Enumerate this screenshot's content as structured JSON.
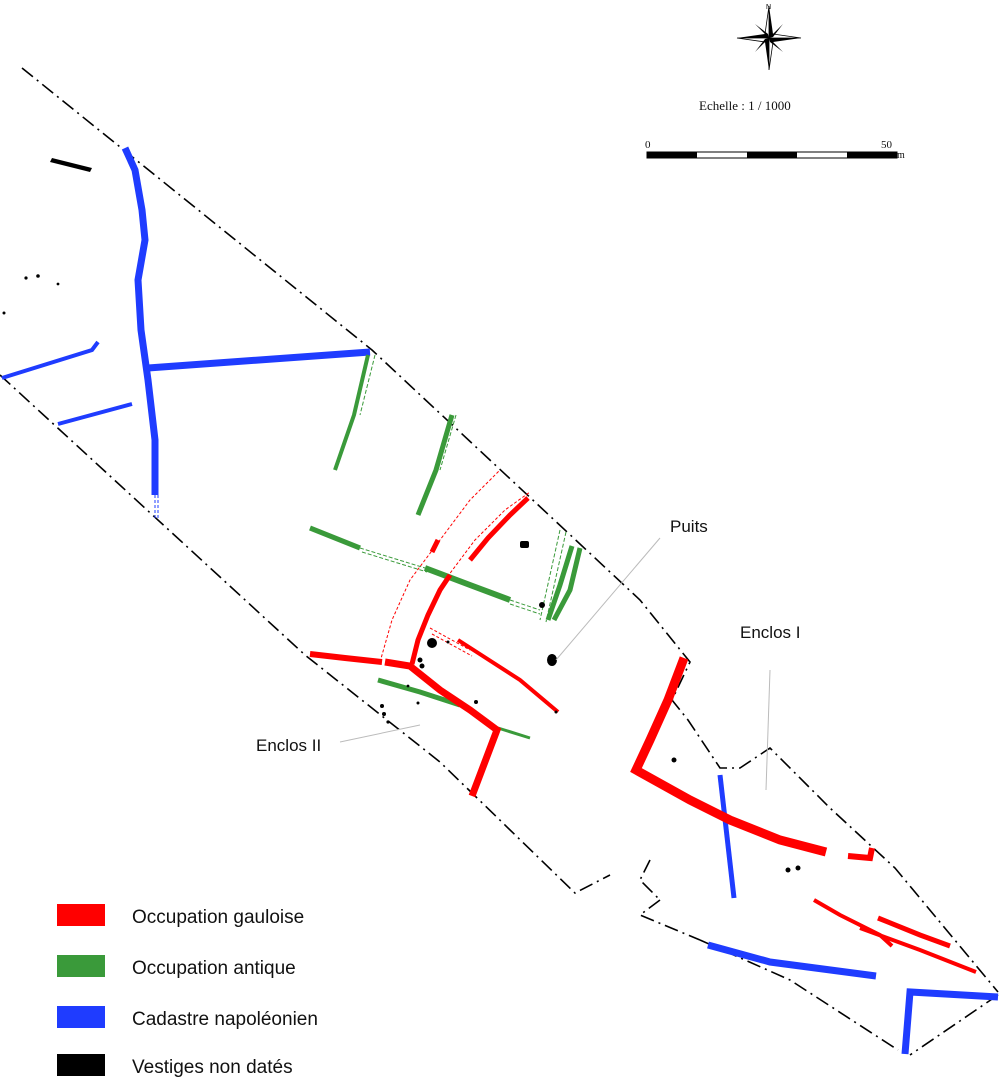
{
  "compass": {
    "north_label": "N"
  },
  "scale": {
    "text": "Echelle : 1 /  1000",
    "start_label": "0",
    "end_label": "50",
    "unit": "m"
  },
  "annotations": {
    "puits": "Puits",
    "enclos_1": "Enclos I",
    "enclos_2": "Enclos II"
  },
  "legend": [
    {
      "key": "gauloise",
      "label": "Occupation gauloise",
      "color": "#ff0000"
    },
    {
      "key": "antique",
      "label": "Occupation antique",
      "color": "#3a9a3a"
    },
    {
      "key": "cadastre",
      "label": "Cadastre napoléonien",
      "color": "#1f3cff"
    },
    {
      "key": "nondates",
      "label": "Vestiges non datés",
      "color": "#000000"
    }
  ]
}
